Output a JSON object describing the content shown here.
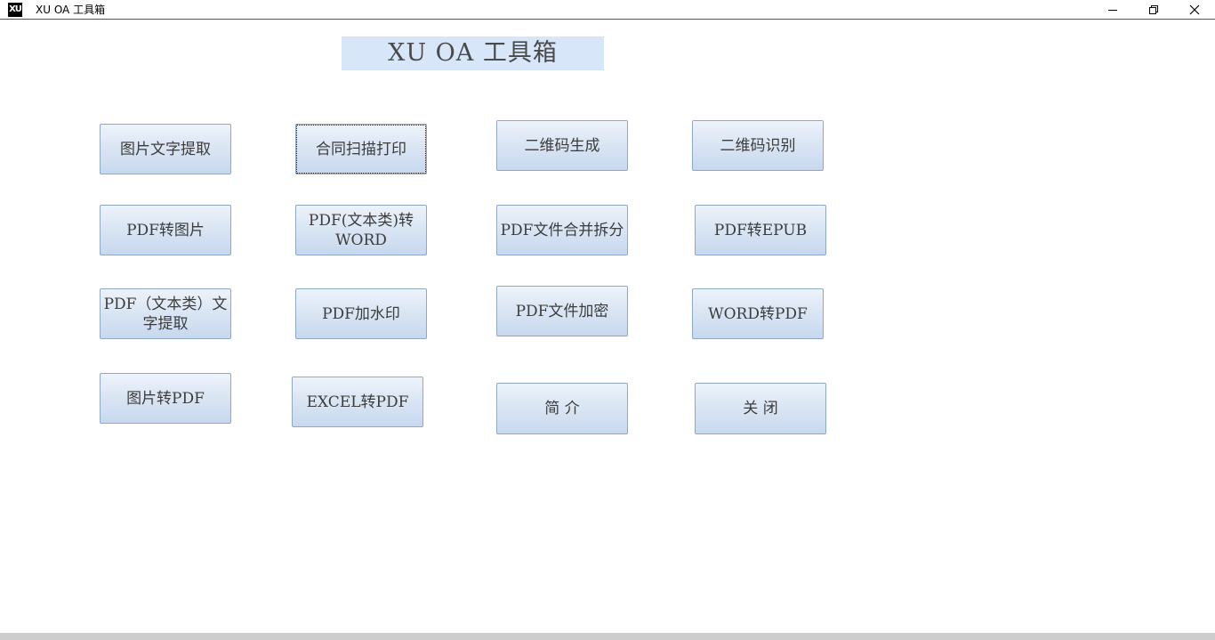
{
  "window": {
    "icon_text": "XU",
    "title": "XU OA 工具箱"
  },
  "controls": {
    "minimize_icon": "minimize-icon",
    "restore_icon": "restore-icon",
    "close_icon": "close-icon"
  },
  "header": {
    "title": "XU OA 工具箱"
  },
  "buttons": {
    "image_text_extract": "图片文字提取",
    "contract_scan_print": "合同扫描打印",
    "qrcode_generate": "二维码生成",
    "qrcode_recognize": "二维码识别",
    "pdf_to_image": "PDF转图片",
    "pdf_text_to_word": "PDF(文本类)转\nWORD",
    "pdf_merge_split": "PDF文件合并拆分",
    "pdf_to_epub": "PDF转EPUB",
    "pdf_text_extract": "PDF（文本类）文\n字提取",
    "pdf_watermark": "PDF加水印",
    "pdf_encrypt": "PDF文件加密",
    "word_to_pdf": "WORD转PDF",
    "image_to_pdf": "图片转PDF",
    "excel_to_pdf": "EXCEL转PDF",
    "intro": "简  介",
    "close": "关  闭"
  },
  "colors": {
    "header_bg": "#d7e6f8",
    "button_border": "#8fa8c8",
    "title_border": "#8b3a4a"
  }
}
